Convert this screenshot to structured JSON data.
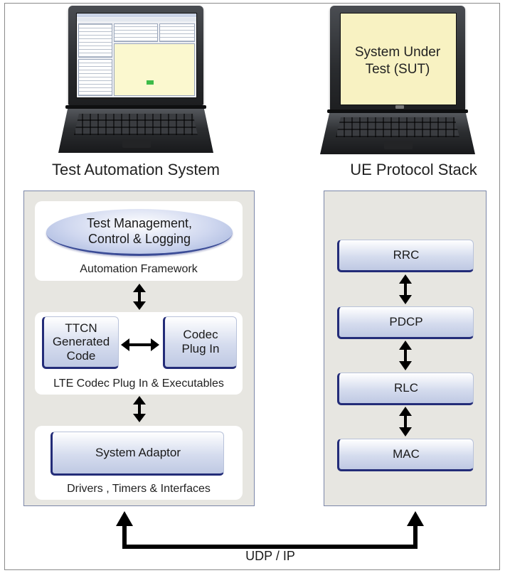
{
  "laptops": {
    "left_caption": "Test Automation System",
    "right_caption": "UE Protocol Stack",
    "screen_text_line1": "System Under",
    "screen_text_line2": "Test (SUT)"
  },
  "left_panel": {
    "top": {
      "ellipse_line1": "Test Management,",
      "ellipse_line2": "Control & Logging",
      "label": "Automation Framework"
    },
    "middle": {
      "ttcn_line1": "TTCN",
      "ttcn_line2": "Generated",
      "ttcn_line3": "Code",
      "codec_line1": "Codec",
      "codec_line2": "Plug In",
      "label": "LTE Codec Plug In & Executables"
    },
    "bottom": {
      "adaptor": "System Adaptor",
      "label": "Drivers , Timers & Interfaces"
    }
  },
  "right_panel": {
    "layers": [
      "RRC",
      "PDCP",
      "RLC",
      "MAC"
    ]
  },
  "link_label": "UDP / IP",
  "colors": {
    "panel_bg": "#e7e6e1",
    "panel_border": "#7b86a8",
    "box_shadow_edge": "#232c78",
    "screen_yellow": "#f8f2c2",
    "arrow": "#000000"
  }
}
